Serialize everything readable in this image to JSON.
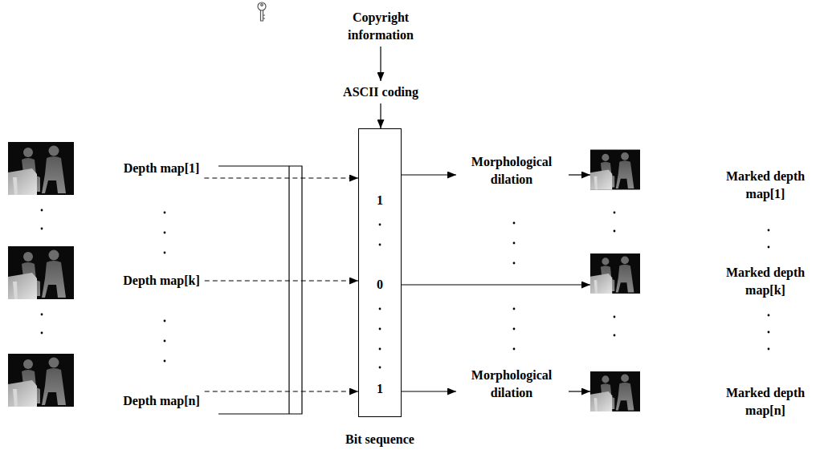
{
  "diagram": {
    "nodes": [
      {
        "text": [
          "Copyright information"
        ]
      },
      {
        "text": [
          "ASCII coding"
        ]
      },
      {
        "text": [
          "1",
          "0",
          "1",
          "Bit sequence"
        ]
      },
      {
        "text": [
          "Depth map[1]"
        ]
      },
      {
        "text": [
          "Depth map[k]"
        ]
      },
      {
        "text": [
          "Depth map[n]"
        ]
      },
      {
        "text": [
          "Morphological dilation"
        ]
      },
      {
        "text": [
          "Morphological dilation"
        ]
      },
      {
        "text": [
          "Marked depth map[1]"
        ]
      },
      {
        "text": [
          "Marked depth map[k]"
        ]
      },
      {
        "text": [
          "Marked depth map[n]"
        ]
      }
    ],
    "edges": [
      {
        "from": 0,
        "to": 1,
        "arrow": "to"
      },
      {
        "from": 1,
        "to": 2,
        "arrow": "to"
      },
      {
        "from": 3,
        "to": 2,
        "arrow": "to"
      },
      {
        "from": 4,
        "to": 2,
        "arrow": "to"
      },
      {
        "from": 5,
        "to": 2,
        "arrow": "to"
      },
      {
        "from": 2,
        "to": 6,
        "arrow": "to"
      },
      {
        "from": 6,
        "to": 8,
        "arrow": "to"
      },
      {
        "from": 2,
        "to": 9,
        "arrow": "to"
      },
      {
        "from": 2,
        "to": 7,
        "arrow": "to"
      },
      {
        "from": 7,
        "to": 10,
        "arrow": "to"
      }
    ]
  }
}
